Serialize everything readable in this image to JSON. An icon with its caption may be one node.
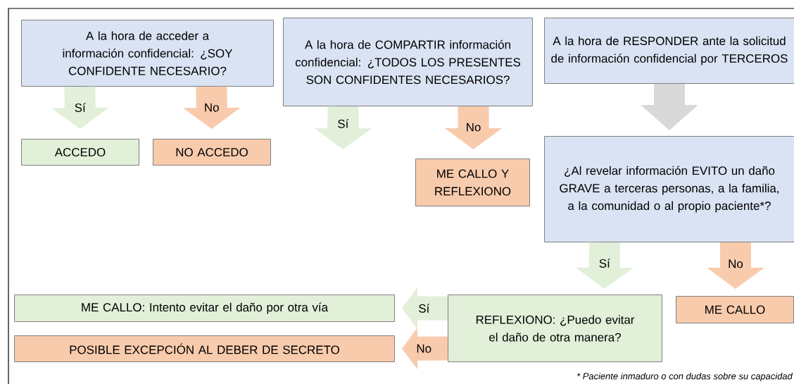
{
  "diagram": {
    "nodes": [
      {
        "text": [
          "A la hora de acceder a información confidencial: ¿SOY CONFIDENTE NECESARIO?"
        ]
      },
      {
        "text": [
          "ACCEDO"
        ]
      },
      {
        "text": [
          "NO ACCEDO"
        ]
      },
      {
        "text": [
          "A la hora de COMPARTIR información confidencial: ¿TODOS LOS PRESENTES SON CONFIDENTES NECESARIOS?"
        ]
      },
      {
        "text": [
          "ME CALLO Y REFLEXIONO"
        ]
      },
      {
        "text": [
          "A la hora de RESPONDER ante la solicitud de información confidencial por TERCEROS"
        ]
      },
      {
        "text": [
          "¿Al revelar información EVITO un daño GRAVE a terceras personas, a la familia, a la comunidad o al propio paciente*?"
        ]
      },
      {
        "text": [
          "ME CALLO"
        ]
      },
      {
        "text": [
          "REFLEXIONO: ¿Puedo evitar el daño de otra manera?"
        ]
      },
      {
        "text": [
          "ME CALLO: Intento evitar el daño por otra vía"
        ]
      },
      {
        "text": [
          "POSIBLE EXCEPCIÓN AL DEBER DE SECRETO"
        ]
      }
    ],
    "edges": [
      {
        "from": 0,
        "to": 1,
        "arrow": "to",
        "label": "Sí",
        "color": "#e2efd9"
      },
      {
        "from": 0,
        "to": 2,
        "arrow": "to",
        "label": "No",
        "color": "#f8cbad"
      },
      {
        "from": 3,
        "to": null,
        "arrow": "to",
        "label": "Sí",
        "color": "#e2efd9"
      },
      {
        "from": 3,
        "to": 4,
        "arrow": "to",
        "label": "No",
        "color": "#f8cbad"
      },
      {
        "from": 5,
        "to": 6,
        "arrow": "to",
        "color": "#d9d9d9"
      },
      {
        "from": 6,
        "to": 8,
        "arrow": "to",
        "label": "Sí",
        "color": "#e2efd9"
      },
      {
        "from": 6,
        "to": 7,
        "arrow": "to",
        "label": "No",
        "color": "#f8cbad"
      },
      {
        "from": 8,
        "to": 9,
        "arrow": "to",
        "label": "Sí",
        "color": "#e2efd9"
      },
      {
        "from": 8,
        "to": 10,
        "arrow": "to",
        "label": "No",
        "color": "#f8cbad"
      }
    ],
    "labels": [
      "* Paciente inmaduro o con dudas sobre su capacidad"
    ]
  }
}
